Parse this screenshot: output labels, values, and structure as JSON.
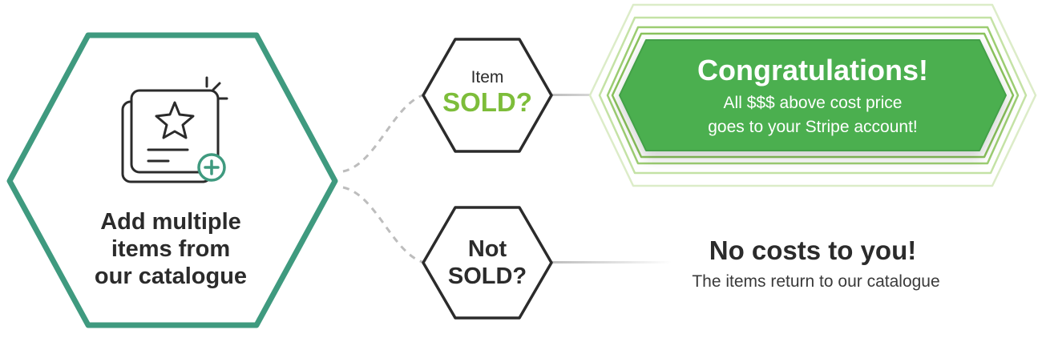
{
  "start": {
    "title_line1": "Add multiple",
    "title_line2": "items from",
    "title_line3": "our catalogue",
    "icon": "add-catalogue-item-icon"
  },
  "sold_node": {
    "line1": "Item",
    "line2": "SOLD?"
  },
  "not_sold_node": {
    "line1": "Not",
    "line2": "SOLD?"
  },
  "sold_result": {
    "title": "Congratulations!",
    "line1": "All $$$ above cost price",
    "line2": "goes to your Stripe account!"
  },
  "not_sold_result": {
    "title": "No costs to you!",
    "subtitle": "The items return to our catalogue"
  },
  "colors": {
    "teal": "#3f9a7f",
    "green": "#4caf50",
    "lime": "#7dbd3a",
    "dark": "#2b2b2b",
    "halo": "#cfe6b8"
  }
}
